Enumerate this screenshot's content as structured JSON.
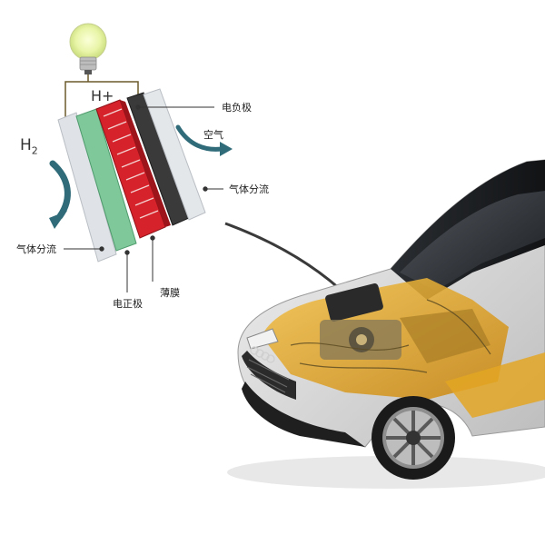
{
  "diagram": {
    "species": {
      "hydrogen": "H",
      "hydrogen_sub": "2",
      "proton": "H+"
    },
    "labels": {
      "negative_electrode": "电负极",
      "air": "空气",
      "gas_diffusion_right": "气体分流",
      "gas_diffusion_left": "气体分流",
      "positive_electrode": "电正极",
      "membrane": "薄膜"
    },
    "colors": {
      "gas_layer": "#d9dde2",
      "positive_electrode": "#7fc89a",
      "membrane": "#d6232b",
      "negative_electrode": "#333333",
      "flow_arrow": "#2f6b78",
      "car_highlight": "#e3a623",
      "car_body": "#d8d8d8"
    },
    "icons": [
      "light-bulb-icon",
      "hydrogen-flow-arrow-icon",
      "air-flow-arrow-icon",
      "fuel-cell-car-illustration"
    ]
  }
}
